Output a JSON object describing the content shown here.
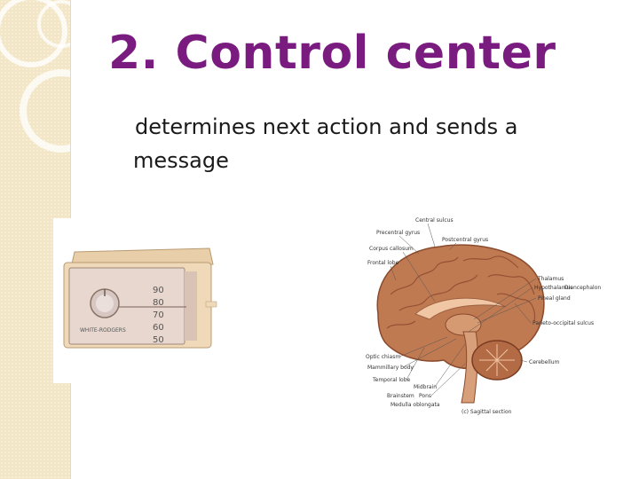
{
  "slide": {
    "title": "2.  Control center",
    "body_line1": "determines next action and sends a",
    "body_line2": "message"
  },
  "thermostat": {
    "brand": "WHITE-RODGERS",
    "scale": [
      "90",
      "80",
      "70",
      "60",
      "50"
    ]
  },
  "brain": {
    "labels": {
      "central_sulcus": "Central sulcus",
      "precentral_gyrus": "Precentral gyrus",
      "postcentral_gyrus": "Postcentral gyrus",
      "corpus_callosum": "Corpus callosum",
      "frontal_lobe": "Frontal lobe",
      "thalamus": "Thalamus",
      "hypothalamus": "Hypothalamus",
      "pineal_gland": "Pineal gland",
      "diencephalon": "Diencephalon",
      "parieto_occipital_sulcus": "Parieto-occipital sulcus",
      "optic_chiasm": "Optic chiasm",
      "mammillary_body": "Mammillary body",
      "cerebellum": "Cerebellum",
      "temporal_lobe": "Temporal lobe",
      "midbrain": "Midbrain",
      "brainstem": "Brainstem",
      "pons": "Pons",
      "medulla_oblongata": "Medulla oblongata",
      "caption": "(c) Sagittal section"
    }
  },
  "colors": {
    "title": "#7a1c7f",
    "sidebar": "#f3e6c6",
    "body_text": "#1a1a1a"
  }
}
